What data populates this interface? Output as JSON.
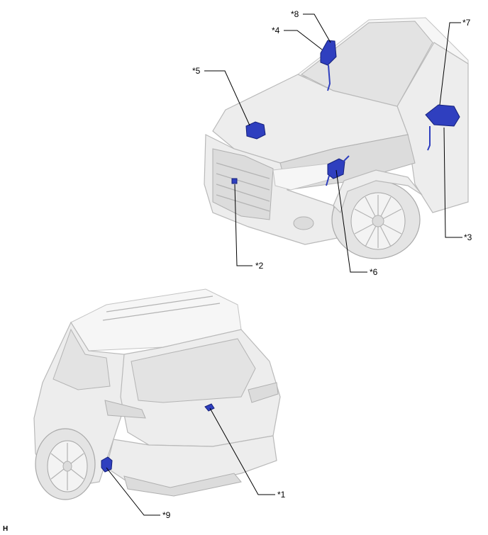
{
  "callouts": {
    "c1": "*1",
    "c2": "*2",
    "c3": "*3",
    "c4": "*4",
    "c5": "*5",
    "c6": "*6",
    "c7": "*7",
    "c8": "*8",
    "c9": "*9"
  },
  "corner_mark": "H",
  "colors": {
    "highlighted_part": "#2f3fbf",
    "vehicle_body": "#ededed",
    "leader_line": "#000000"
  }
}
